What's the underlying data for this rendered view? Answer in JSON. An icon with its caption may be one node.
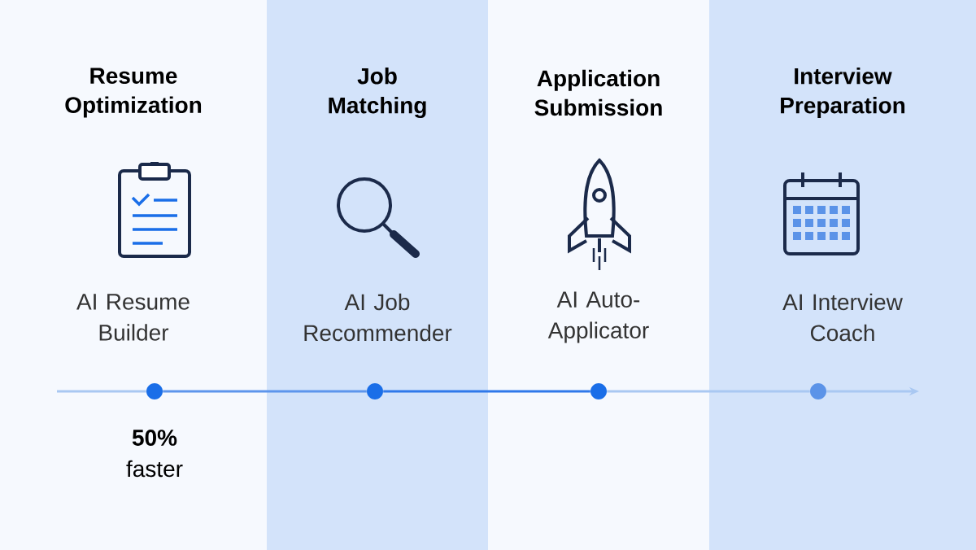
{
  "diagram": {
    "nodes": [
      {
        "text": [
          "Resume Optimization",
          "AI Resume Builder"
        ]
      },
      {
        "text": [
          "Job Matching",
          "AI Job Recommender"
        ]
      },
      {
        "text": [
          "Application Submission",
          "AI Auto-Applicator"
        ]
      },
      {
        "text": [
          "Interview Preparation",
          "AI Interview Coach"
        ]
      },
      {
        "text": [],
        "shape": "circle",
        "in": 0,
        "beside": [
          "50%",
          "faster"
        ]
      },
      {
        "text": [],
        "shape": "circle",
        "in": 1
      },
      {
        "text": [],
        "shape": "circle",
        "in": 2
      },
      {
        "text": [],
        "shape": "circle",
        "in": 3
      }
    ],
    "edges": [
      {
        "from": null,
        "to": 4,
        "arrow": "none"
      },
      {
        "from": 4,
        "to": 5,
        "arrow": "none",
        "color": "#5d95ec"
      },
      {
        "from": 5,
        "to": 6,
        "arrow": "none",
        "color": "#2f78ea"
      },
      {
        "from": 6,
        "to": 7,
        "arrow": "none"
      },
      {
        "from": 7,
        "to": null,
        "arrow": "to"
      }
    ]
  }
}
